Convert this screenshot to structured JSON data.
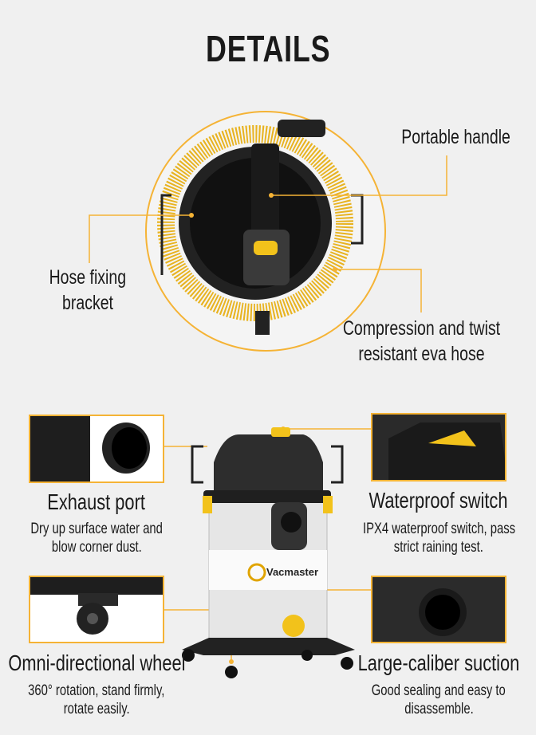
{
  "title": "DETAILS",
  "accent": "#f5b335",
  "top_callouts": {
    "handle": "Portable handle",
    "bracket": [
      "Hose fixing",
      "bracket"
    ],
    "hose": [
      "Compression and twist",
      "resistant eva hose"
    ]
  },
  "brand_logo": "Vacmaster",
  "features": [
    {
      "title": "Exhaust port",
      "desc": [
        "Dry up surface water and",
        "blow corner dust."
      ]
    },
    {
      "title": "Waterproof switch",
      "desc": [
        "IPX4 waterproof switch, pass",
        "strict raining test."
      ]
    },
    {
      "title": "Omni-directional wheel",
      "desc": [
        "360° rotation, stand firmly,",
        "rotate easily."
      ]
    },
    {
      "title": "Large-caliber suction",
      "desc": [
        "Good sealing and easy to",
        "disassemble."
      ]
    }
  ]
}
